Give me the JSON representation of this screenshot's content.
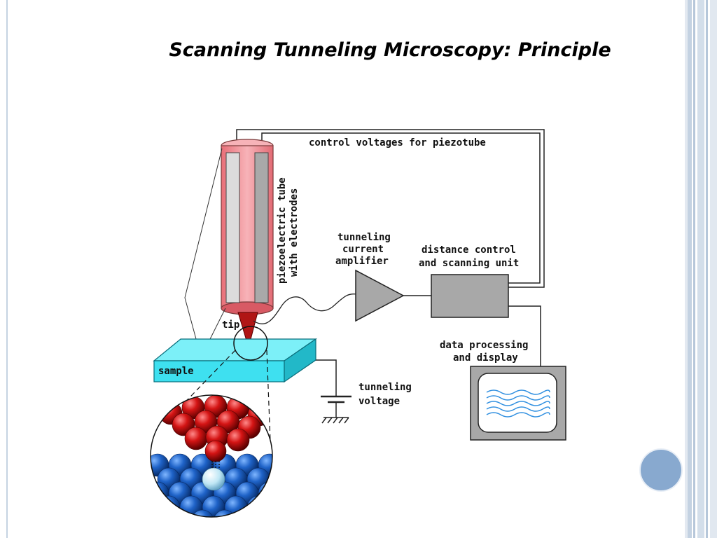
{
  "slide": {
    "title": "Scanning Tunneling Microscopy: Principle"
  },
  "diagram": {
    "labels": {
      "control_voltages": "control voltages for piezotube",
      "piezo_tube_line1": "piezoelectric tube",
      "piezo_tube_line2": "with electrodes",
      "amplifier_line1": "tunneling",
      "amplifier_line2": "current",
      "amplifier_line3": "amplifier",
      "distance_line1": "distance control",
      "distance_line2": "and scanning unit",
      "tip": "tip",
      "sample": "sample",
      "tunneling_voltage_line1": "tunneling",
      "tunneling_voltage_line2": "voltage",
      "data_processing_line1": "data processing",
      "data_processing_line2": "and display"
    },
    "colors": {
      "piezo_tube": "#f4a3a8",
      "tip": "#b01515",
      "sample": "#3ee0f0",
      "amplifier": "#a8a8a8",
      "control_unit": "#a8a8a8",
      "screen_wave": "#2f8fe0",
      "tip_atoms": "#c81010",
      "sample_atoms": "#1f63c8",
      "highlight_atom": "#bfe7f5"
    },
    "icons": [
      "amplifier-triangle-icon",
      "ground-symbol-icon",
      "monitor-icon",
      "atom-cluster-icon"
    ]
  }
}
